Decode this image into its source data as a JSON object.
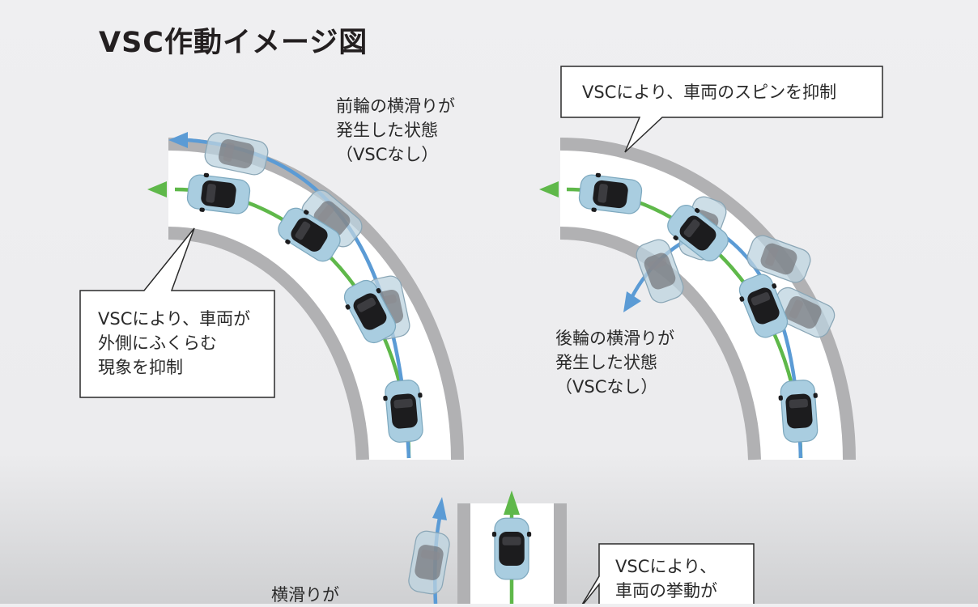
{
  "title": "VSC作動イメージ図",
  "panel_understeer": {
    "condition_lines": [
      "前輪の横滑りが",
      "発生した状態",
      "（VSCなし）"
    ],
    "callout_lines": [
      "VSCにより、車両が",
      "外側にふくらむ",
      "現象を抑制"
    ]
  },
  "panel_oversteer": {
    "condition_lines": [
      "後輪の横滑りが",
      "発生した状態",
      "（VSCなし）"
    ],
    "callout_lines": [
      "VSCにより、車両のスピンを抑制"
    ]
  },
  "panel_straight": {
    "condition_lines": [
      "横滑りが"
    ],
    "callout_lines": [
      "VSCにより、",
      "車両の挙動が"
    ]
  },
  "colors": {
    "with_vsc_path": "#5fb84a",
    "without_vsc_path": "#5b9bd5",
    "car_body": "#a9cde0",
    "road_edge": "#b1b1b3"
  },
  "icons": [
    "car-icon",
    "arrow-icon"
  ]
}
